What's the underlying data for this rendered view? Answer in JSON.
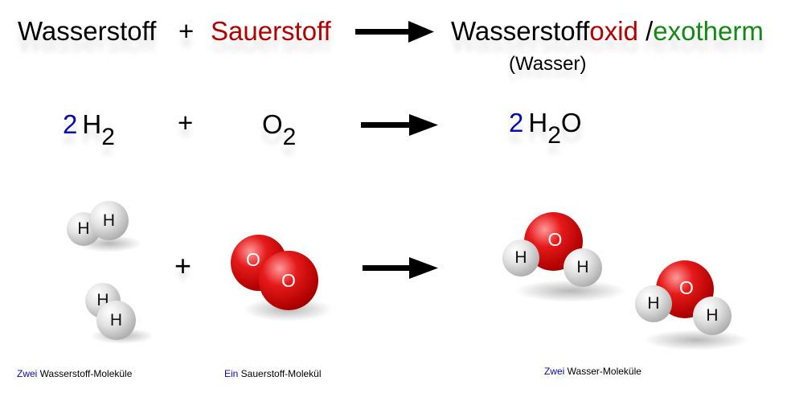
{
  "word_equation": {
    "reactant1": "Wasserstoff",
    "plus": "+",
    "reactant2": "Sauerstoff",
    "product_base": "Wasserstoff",
    "product_suffix": "oxid",
    "slash": " /",
    "reaction_type": "exotherm",
    "product_common_name": "(Wasser)"
  },
  "formula_equation": {
    "coef1": "2",
    "r1_symbol": "H",
    "r1_sub": "2",
    "plus": "+",
    "r2_symbol": "O",
    "r2_sub": "2",
    "coef_product": "2",
    "p_symbol1": "H",
    "p_sub": "2",
    "p_symbol2": "O"
  },
  "molecules": {
    "plus": "+",
    "h_label": "H",
    "o_label": "O"
  },
  "captions": {
    "hydrogen_count": "Zwei",
    "hydrogen_text": " Wasserstoff-Moleküle",
    "oxygen_count": "Ein",
    "oxygen_text": " Sauerstoff-Molekül",
    "water_count": "Zwei",
    "water_text": " Wasser-Moleküle"
  },
  "colors": {
    "oxygen_red": "#b30000",
    "exotherm_green": "#138a13",
    "coefficient_blue": "#0a0ab4"
  }
}
